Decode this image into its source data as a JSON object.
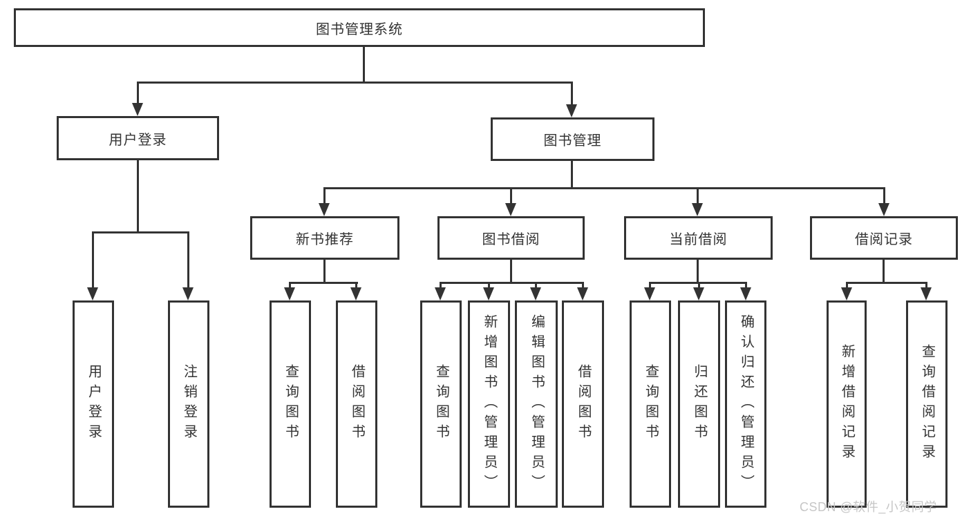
{
  "diagram": {
    "type": "hierarchy-diagram",
    "colors": {
      "line": "#333333",
      "box_border": "#333333",
      "box_background": "#ffffff",
      "text": "#333333",
      "watermark_text": "#c6c6c6"
    },
    "tree": {
      "label": "图书管理系统",
      "children": [
        {
          "label": "用户登录",
          "children": [
            {
              "label": "用户登录"
            },
            {
              "label": "注销登录"
            }
          ]
        },
        {
          "label": "图书管理",
          "children": [
            {
              "label": "新书推荐",
              "children": [
                {
                  "label": "查询图书"
                },
                {
                  "label": "借阅图书"
                }
              ]
            },
            {
              "label": "图书借阅",
              "children": [
                {
                  "label": "查询图书"
                },
                {
                  "label": "新增图书（管理员）"
                },
                {
                  "label": "编辑图书（管理员）"
                },
                {
                  "label": "借阅图书"
                }
              ]
            },
            {
              "label": "当前借阅",
              "children": [
                {
                  "label": "查询图书"
                },
                {
                  "label": "归还图书"
                },
                {
                  "label": "确认归还（管理员）"
                }
              ]
            },
            {
              "label": "借阅记录",
              "children": [
                {
                  "label": "新增借阅记录"
                },
                {
                  "label": "查询借阅记录"
                }
              ]
            }
          ]
        }
      ]
    },
    "watermark": "CSDN @软件_小贺同学"
  }
}
